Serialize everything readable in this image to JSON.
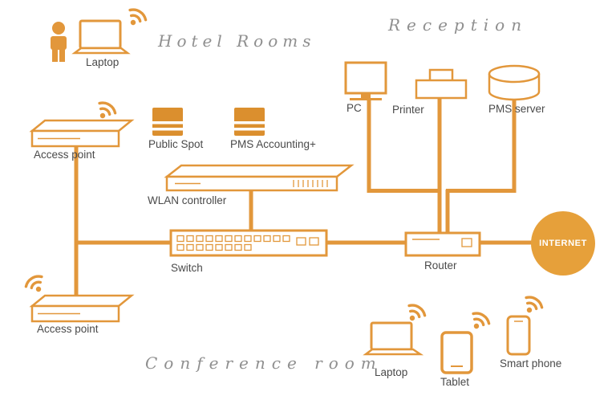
{
  "areas": {
    "hotel_rooms": "Hotel Rooms",
    "reception": "Reception",
    "conference_room": "Conference room"
  },
  "nodes": {
    "laptop_top": {
      "label": "Laptop"
    },
    "access_point_top": {
      "label": "Access point"
    },
    "public_spot": {
      "label": "Public Spot"
    },
    "pms_accounting": {
      "label": "PMS Accounting+"
    },
    "wlan_controller": {
      "label": "WLAN controller"
    },
    "switch": {
      "label": "Switch"
    },
    "router": {
      "label": "Router"
    },
    "internet": {
      "label": "INTERNET"
    },
    "pc": {
      "label": "PC"
    },
    "printer": {
      "label": "Printer"
    },
    "pms_server": {
      "label": "PMS server"
    },
    "access_point_bottom": {
      "label": "Access point"
    },
    "laptop_bottom": {
      "label": "Laptop"
    },
    "tablet": {
      "label": "Tablet"
    },
    "smart_phone": {
      "label": "Smart phone"
    }
  },
  "connections": [
    {
      "from": "access_point_top",
      "to": "access_point_bottom"
    },
    {
      "from": "access_point_top",
      "to": "switch"
    },
    {
      "from": "wlan_controller",
      "to": "switch"
    },
    {
      "from": "switch",
      "to": "router"
    },
    {
      "from": "router",
      "to": "internet"
    },
    {
      "from": "pc",
      "to": "router"
    },
    {
      "from": "printer",
      "to": "router"
    },
    {
      "from": "pms_server",
      "to": "router"
    }
  ],
  "colors": {
    "accent": "#E2973B",
    "icon_fill": "#DB8F2E",
    "internet_fill": "#E6A03A",
    "label_text": "#4A4A4A",
    "area_text": "#8F8F8F"
  }
}
